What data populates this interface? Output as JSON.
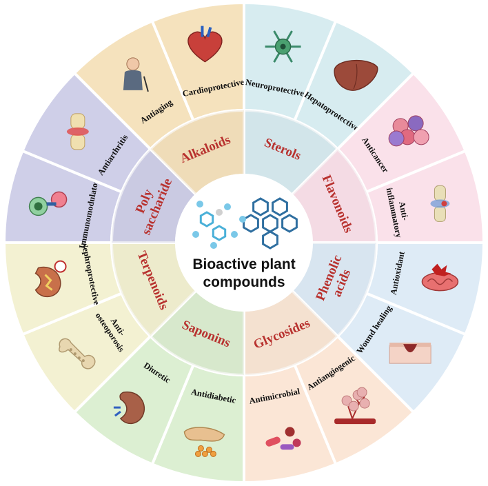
{
  "center": {
    "line1": "Bioactive plant",
    "line2": "compounds"
  },
  "categories": [
    {
      "key": "sterols",
      "label": "Sterols",
      "color": "#d7ecf0",
      "subs": [
        {
          "label": "Neuroprotective",
          "icon": "neuron-cell-icon"
        },
        {
          "label": "Hepatoprotective",
          "icon": "liver-icon"
        }
      ]
    },
    {
      "key": "flavonoids",
      "label": "Flavonoids",
      "color": "#fae1ea",
      "subs": [
        {
          "label": "Anticancer",
          "icon": "cancer-cells-icon"
        },
        {
          "label": "Anti-\ninflammatory",
          "icon": "inflamed-joint-icon"
        }
      ]
    },
    {
      "key": "phenolic",
      "label": "Phenolic\nacids",
      "color": "#deebf6",
      "subs": [
        {
          "label": "Antioxidant",
          "icon": "mitochondria-ros-icon"
        },
        {
          "label": "Wound healing",
          "icon": "skin-wound-icon"
        }
      ]
    },
    {
      "key": "glycosides",
      "label": "Glycosides",
      "color": "#fbe6d6",
      "subs": [
        {
          "label": "Antiangiogenic",
          "icon": "blood-vessel-tumor-icon"
        },
        {
          "label": "Antimicrobial",
          "icon": "microbes-icon"
        }
      ]
    },
    {
      "key": "saponins",
      "label": "Saponins",
      "color": "#dcefd2",
      "subs": [
        {
          "label": "Antidiabetic",
          "icon": "pancreas-icon"
        },
        {
          "label": "Diuretic",
          "icon": "kidney-icon"
        }
      ]
    },
    {
      "key": "terpenoids",
      "label": "Terpenoids",
      "color": "#f3f1d2",
      "subs": [
        {
          "label": "Anti-\nosteoporosis",
          "icon": "bone-icon"
        },
        {
          "label": "Nephroprotective",
          "icon": "kidney-section-icon"
        }
      ]
    },
    {
      "key": "polysaccharide",
      "label": "Poly\nsaccharide",
      "color": "#cfcfe8",
      "subs": [
        {
          "label": "Immunomodulatory",
          "icon": "immune-cells-icon"
        },
        {
          "label": "Antiarthritis",
          "icon": "knee-joint-icon"
        }
      ]
    },
    {
      "key": "alkaloids",
      "label": "Alkaloids",
      "color": "#f5e2bd",
      "subs": [
        {
          "label": "Antiaging",
          "icon": "aging-person-icon"
        },
        {
          "label": "Cardioprotective",
          "icon": "heart-icon"
        }
      ]
    }
  ]
}
